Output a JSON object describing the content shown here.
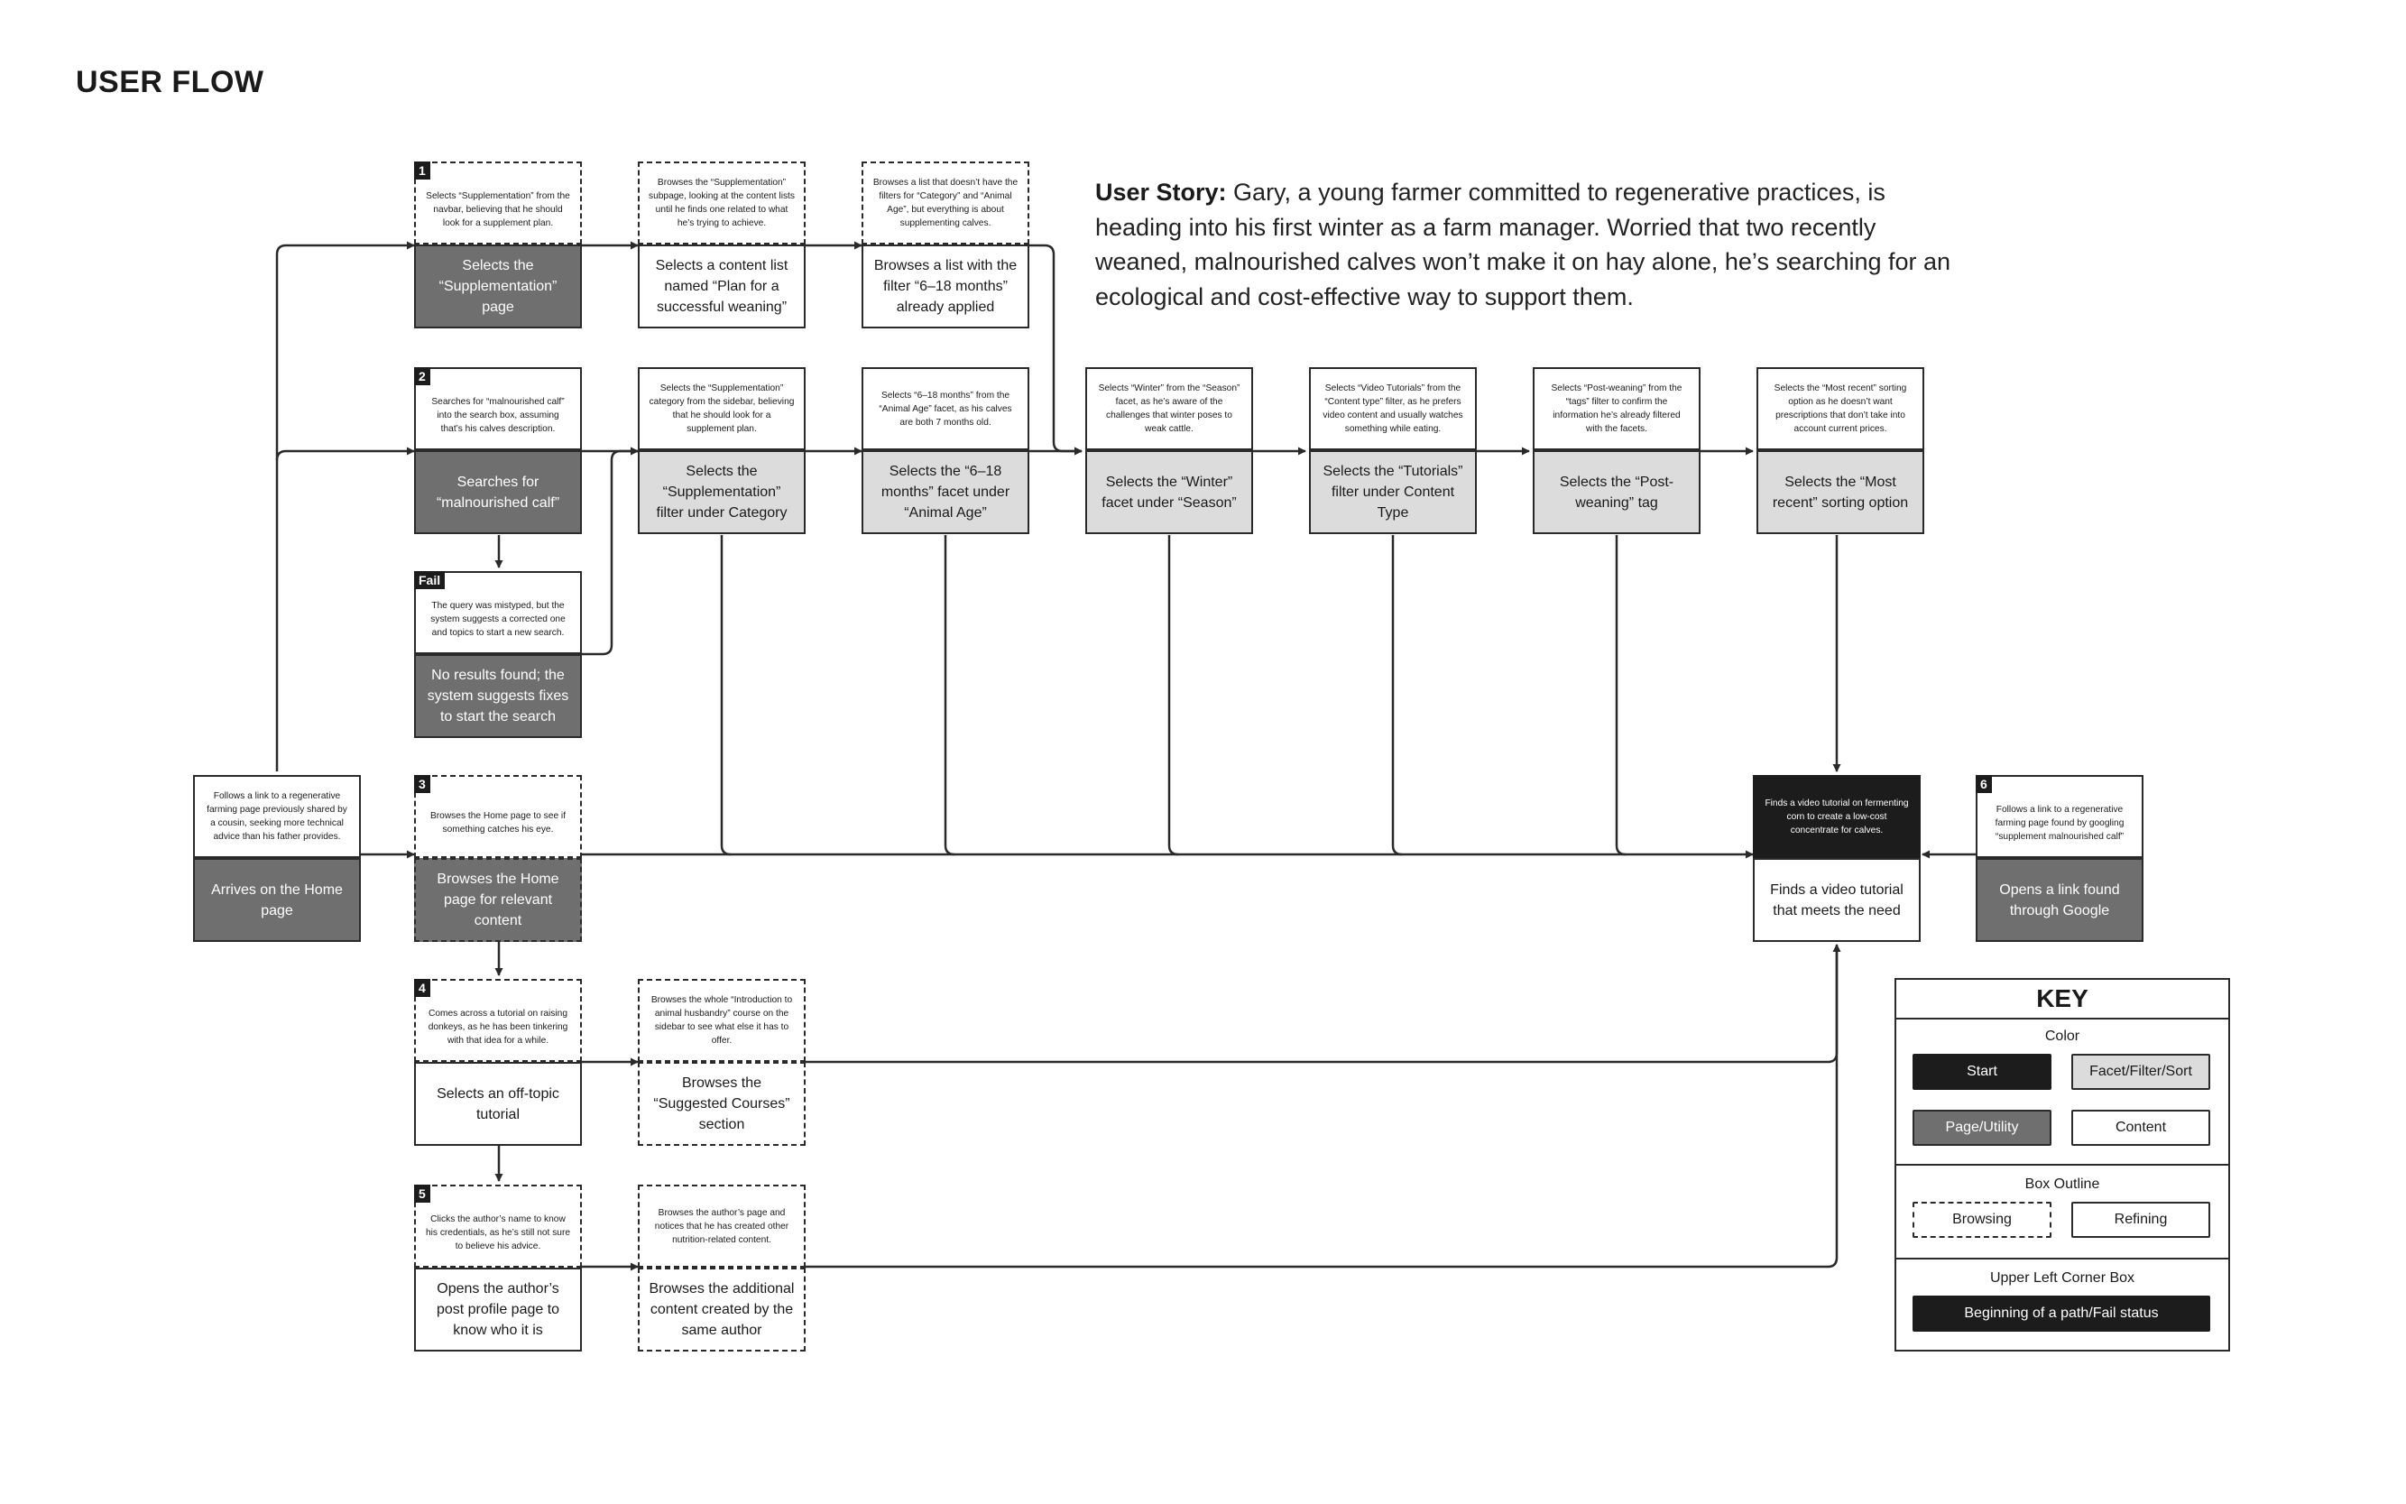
{
  "title": "USER FLOW",
  "story": {
    "label": "User Story:",
    "text": " Gary, a young farmer committed to regenerative practices, is heading into his first winter as a farm manager. Worried that two recently weaned, malnourished calves won’t make it on hay alone, he’s searching for an ecological and cost-effective way to support them."
  },
  "nodes": {
    "n1": {
      "badge": "1",
      "note": "Selects “Supplementation” from the navbar, believing that he should look for a supplement plan.",
      "main": "Selects the “Supplementation” page"
    },
    "n1b": {
      "note": "Browses the “Supplementation” subpage, looking at the content lists until he finds one related to what he’s trying to achieve.",
      "main": "Selects a content list named “Plan for a successful weaning”"
    },
    "n1c": {
      "note": "Browses a list that doesn’t have the filters for “Category” and “Animal Age”, but everything is about supplementing calves.",
      "main": "Browses a list with the filter “6–18 months” already applied"
    },
    "n2": {
      "badge": "2",
      "note": "Searches for “malnourished calf” into the search box, assuming that’s his calves description.",
      "main": "Searches for “malnourished calf”"
    },
    "n2b": {
      "note": "Selects the “Supplementation” category from the sidebar, believing that he should look for a supplement plan.",
      "main": "Selects the “Supplementation” filter under Category"
    },
    "n2c": {
      "note": "Selects “6–18 months” from the “Animal Age” facet, as his calves are both 7 months old.",
      "main": "Selects the “6–18 months” facet under “Animal Age”"
    },
    "n2d": {
      "note": "Selects “Winter” from the “Season” facet, as he’s aware of the challenges that winter poses to weak cattle.",
      "main": "Selects the “Winter” facet under “Season”"
    },
    "n2e": {
      "note": "Selects “Video Tutorials” from the “Content type” filter, as he prefers video content and usually watches something while eating.",
      "main": "Selects the “Tutorials” filter under Content Type"
    },
    "n2f": {
      "note": "Selects “Post-weaning” from the “tags” filter to confirm the information he’s already filtered with the facets.",
      "main": "Selects the “Post-weaning” tag"
    },
    "n2g": {
      "note": "Selects the “Most recent” sorting option as he doesn’t want prescriptions that don’t take into account current prices.",
      "main": "Selects the “Most recent” sorting option"
    },
    "fail": {
      "badge": "Fail",
      "note": "The query was mistyped, but the system suggests a corrected one and topics to start a new search.",
      "main": "No results found; the system suggests fixes to start the search"
    },
    "home": {
      "note": "Follows a link to a regenerative farming page previously shared by a cousin, seeking more technical advice than his father provides.",
      "main": "Arrives on the Home page"
    },
    "n3": {
      "badge": "3",
      "note": "Browses the Home page to see if something catches his eye.",
      "main": "Browses the Home page for relevant content"
    },
    "goal": {
      "note": "Finds a video tutorial on fermenting corn to create a low-cost concentrate for calves.",
      "main": "Finds a video tutorial that meets the need"
    },
    "n6": {
      "badge": "6",
      "note": "Follows a link to a regenerative farming page found by googling “supplement malnourished calf”",
      "main": "Opens a link found through Google"
    },
    "n4": {
      "badge": "4",
      "note": "Comes across a tutorial on raising donkeys, as he has been tinkering with that idea for a while.",
      "main": "Selects an off-topic tutorial"
    },
    "n4b": {
      "note": "Browses the whole “Introduction to animal husbandry” course on the sidebar to see what else it has to offer.",
      "main": "Browses the “Suggested Courses” section"
    },
    "n5": {
      "badge": "5",
      "note": "Clicks the author’s name to know his credentials, as he’s still not sure to believe his advice.",
      "main": "Opens the author’s post profile page to know who it is"
    },
    "n5b": {
      "note": "Browses the author’s page and notices that he has created other nutrition-related content.",
      "main": "Browses the additional content created by the same author"
    }
  },
  "key": {
    "title": "KEY",
    "color_label": "Color",
    "start": "Start",
    "facet": "Facet/Filter/Sort",
    "page": "Page/Utility",
    "content": "Content",
    "outline_label": "Box Outline",
    "browsing": "Browsing",
    "refining": "Refining",
    "corner_label": "Upper Left Corner Box",
    "corner_value": "Beginning of a path/Fail status"
  },
  "colors": {
    "start": "#1c1c1c",
    "page": "#6f6f6f",
    "facet": "#dcdcdc",
    "content": "#ffffff",
    "line": "#2a2a2a"
  }
}
